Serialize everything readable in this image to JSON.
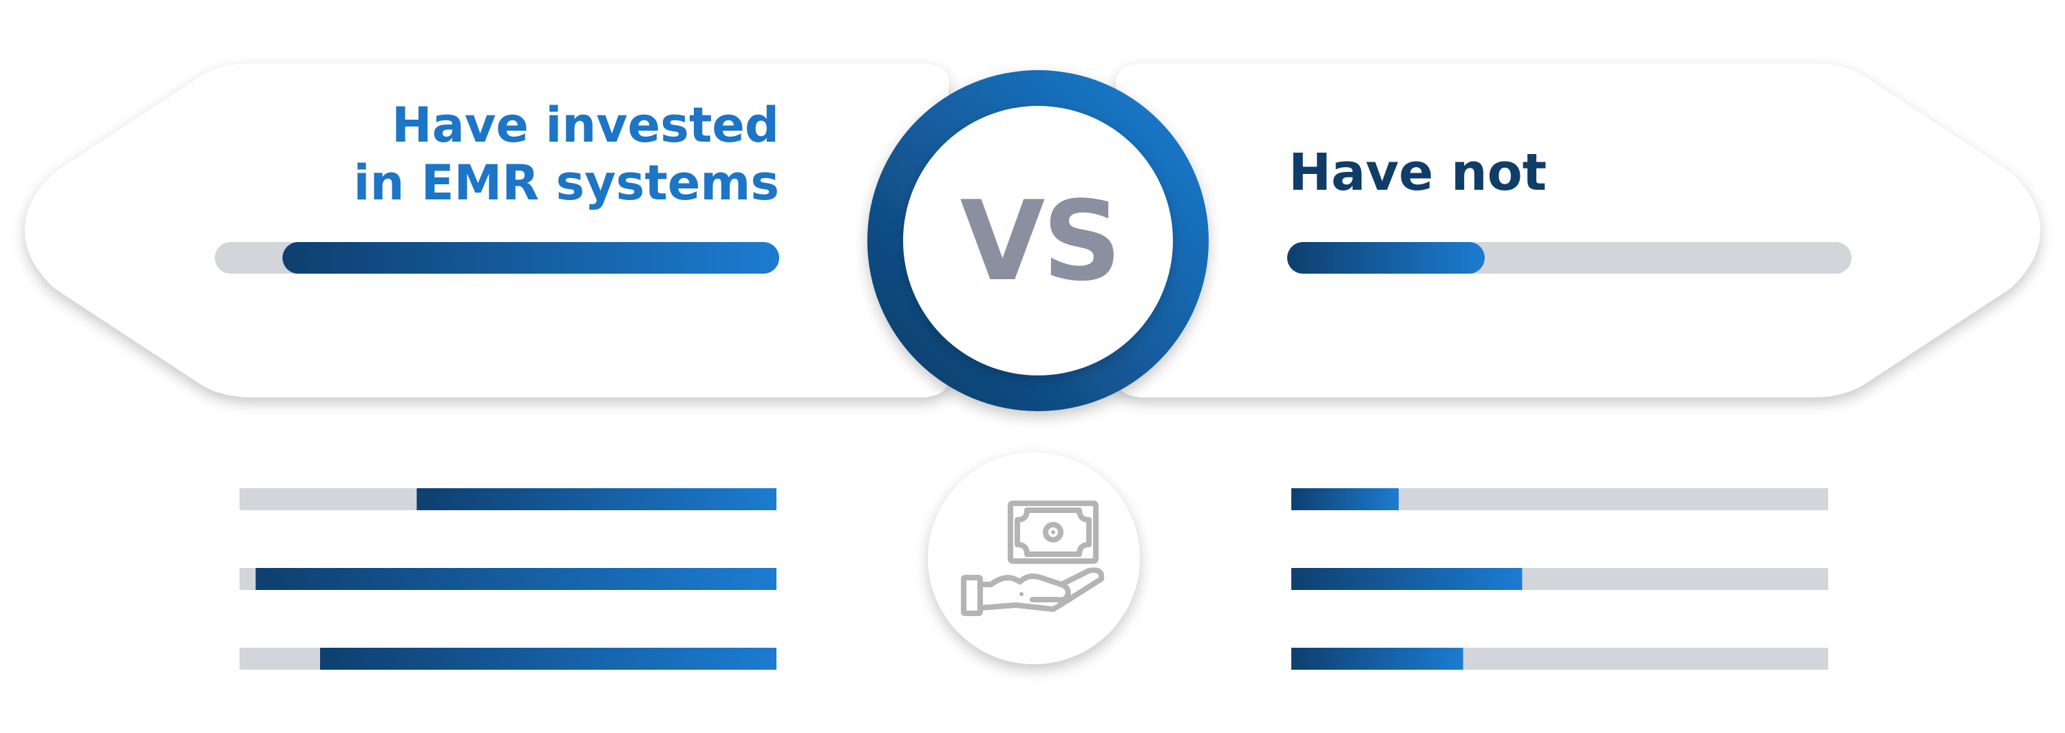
{
  "colors": {
    "bar_track": "#d2d6da",
    "bar_dark": "#0e3f6f",
    "bar_light": "#1c7cd1",
    "left_title": "#1c75c7",
    "right_title": "#103d68",
    "vs_text": "#8a90a0",
    "icon_stroke": "#b4b4b4"
  },
  "left": {
    "title_line1": "Have invested",
    "title_line2": "in EMR systems",
    "main_progress": 0.88,
    "progress": [
      0.67,
      0.97,
      0.85
    ]
  },
  "right": {
    "title": "Have not",
    "main_progress": 0.35,
    "progress": [
      0.2,
      0.43,
      0.32
    ]
  },
  "center": {
    "vs_label": "VS",
    "icon": "hand-holding-money-icon"
  }
}
